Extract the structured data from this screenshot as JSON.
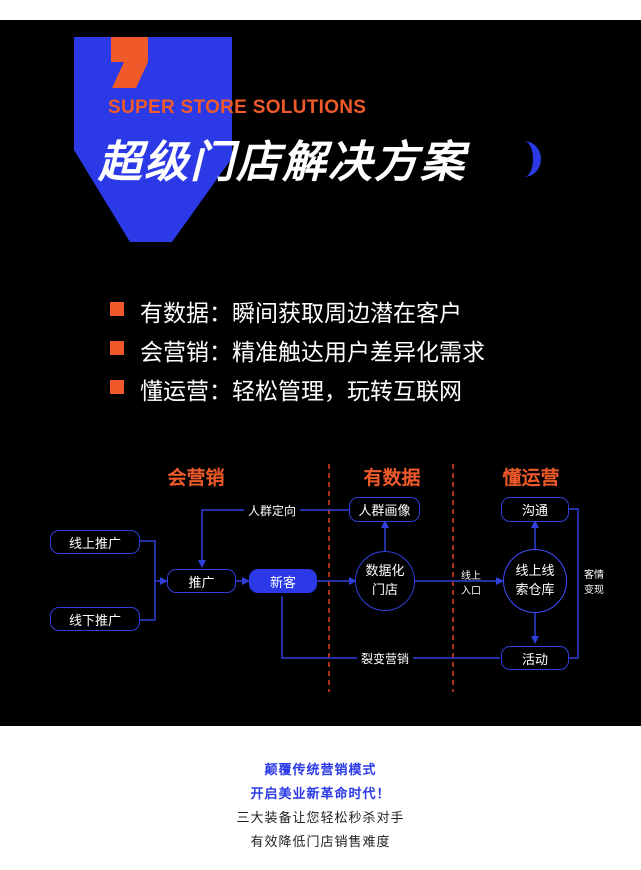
{
  "banner": {
    "subtitle_en": "SUPER STORE SOLUTIONS",
    "title_cn": "超级门店解决方案"
  },
  "features": [
    "有数据：瞬间获取周边潜在客户",
    "会营销：精准触达用户差异化需求",
    "懂运营：轻松管理，玩转互联网"
  ],
  "diagram": {
    "sections": [
      "会营销",
      "有数据",
      "懂运营"
    ],
    "nodes": {
      "online_promo": "线上推广",
      "offline_promo": "线下推广",
      "promo": "推广",
      "new_customer": "新客",
      "crowd_targeting": "人群定向",
      "crowd_profile": "人群画像",
      "digital_store_l1": "数据化",
      "digital_store_l2": "门店",
      "online_entry_l1": "线上",
      "online_entry_l2": "入口",
      "lead_pool_l1": "线上线",
      "lead_pool_l2": "索仓库",
      "communicate": "沟通",
      "activity": "活动",
      "fission": "裂变营销",
      "monetize_l1": "客情",
      "monetize_l2": "变现"
    }
  },
  "footer": {
    "line1": "颠覆传统营销模式",
    "line2": "开启美业新革命时代！",
    "line3": "三大装备让您轻松秒杀对手",
    "line4": "有效降低门店销售难度"
  },
  "colors": {
    "background": "#000000",
    "accent_orange": "#f05a2a",
    "accent_blue": "#2b3ae6",
    "text_white": "#ffffff"
  }
}
